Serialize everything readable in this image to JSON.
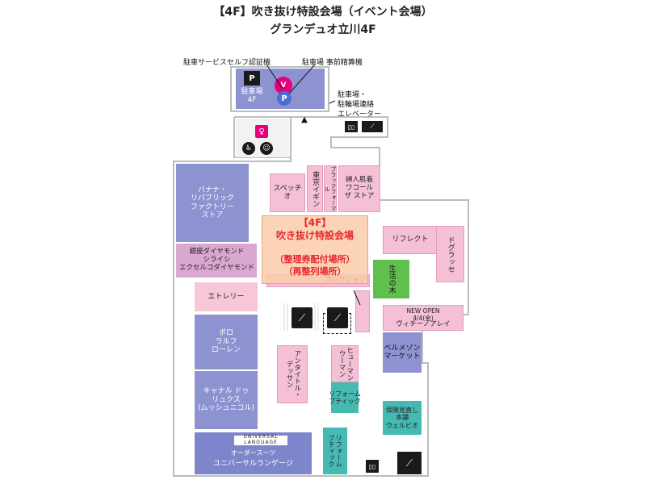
{
  "header": {
    "title": "【4F】吹き抜け特設会場（イベント会場）",
    "subtitle": "グランデュオ立川4F"
  },
  "callouts": {
    "self_auth": "駐車サービスセルフ認証機",
    "prepay": "駐車場 事前精算機",
    "elevator": "駐車場・\n駐輪場連絡\nエレベーター"
  },
  "parking": {
    "label": "駐車場\n4F"
  },
  "event": {
    "line1": "【4F】",
    "line2": "吹き抜け特設会場",
    "line3": "（整理券配付場所）",
    "line4": "（再整列場所）"
  },
  "shops": {
    "banana": "バナナ・\nリパブリック\nファクトリー\nストア",
    "ginza": "銀座ダイヤモンド\nシライシ\nエクセルコダイヤモンド",
    "etrelie": "エトレリー",
    "polo": "ポロ\nラルフ\nローレン",
    "canal": "キャナル ドゥ\nリュクス\n(ムッシュニコル)",
    "universal_small": "オーダースーツ",
    "universal": "ユニバーサルランゲージ",
    "speccio": "スペッチオ",
    "tokyo_igin": "東京イギン",
    "black_formal": "ブラックフォーマル",
    "wacoal": "婦人肌着\nワコール\nザ ストア",
    "reflect": "リフレクト",
    "dog": "ドグラッセ",
    "seikatsu": "生活の木",
    "collection": "コレクション",
    "newopen": "NEW OPEN\n4/4(金)",
    "vicino": "ヴィチーノアレイ",
    "bellemaison": "ベルメゾン\nマーケット",
    "antitle": "アンタイトル・\nデッサン",
    "human": "ヒューマン\nウーマン",
    "reform": "リフォーム\nブティック",
    "hoken": "保険見直し\n本舗\nウェルビオ",
    "reform2": "リフォーム\nブティック"
  },
  "universal_logo": "UNIVERSAL LANGUAGE",
  "colors": {
    "shop_pink": "#f7c6d9",
    "shop_blue": "#8c93d0",
    "shop_teal": "#45b9b2",
    "shop_green": "#5fbf4f",
    "event_red": "#e4272f",
    "toilet_pink": "#e6007e"
  }
}
